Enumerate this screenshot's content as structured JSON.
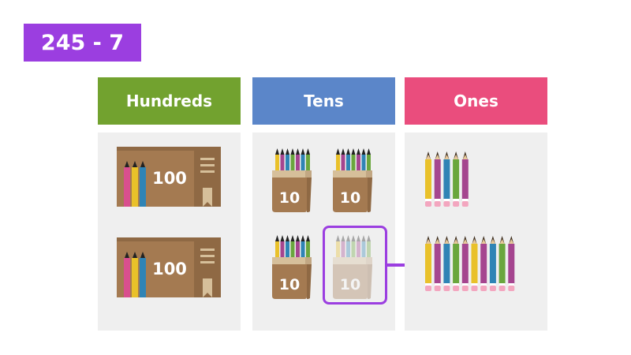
{
  "title": "245 - 7",
  "columns": {
    "hundreds": {
      "label": "Hundreds",
      "color": "#72a22f",
      "block_label": "100"
    },
    "tens": {
      "label": "Tens",
      "color": "#5b86c9",
      "box_label": "10"
    },
    "ones": {
      "label": "Ones",
      "color": "#ea4d7d"
    }
  },
  "colors": {
    "accent": "#9b3ee0",
    "pencils": [
      "#e9c12a",
      "#a5458f",
      "#2f84b5",
      "#6aa63d",
      "#a5458f"
    ]
  }
}
